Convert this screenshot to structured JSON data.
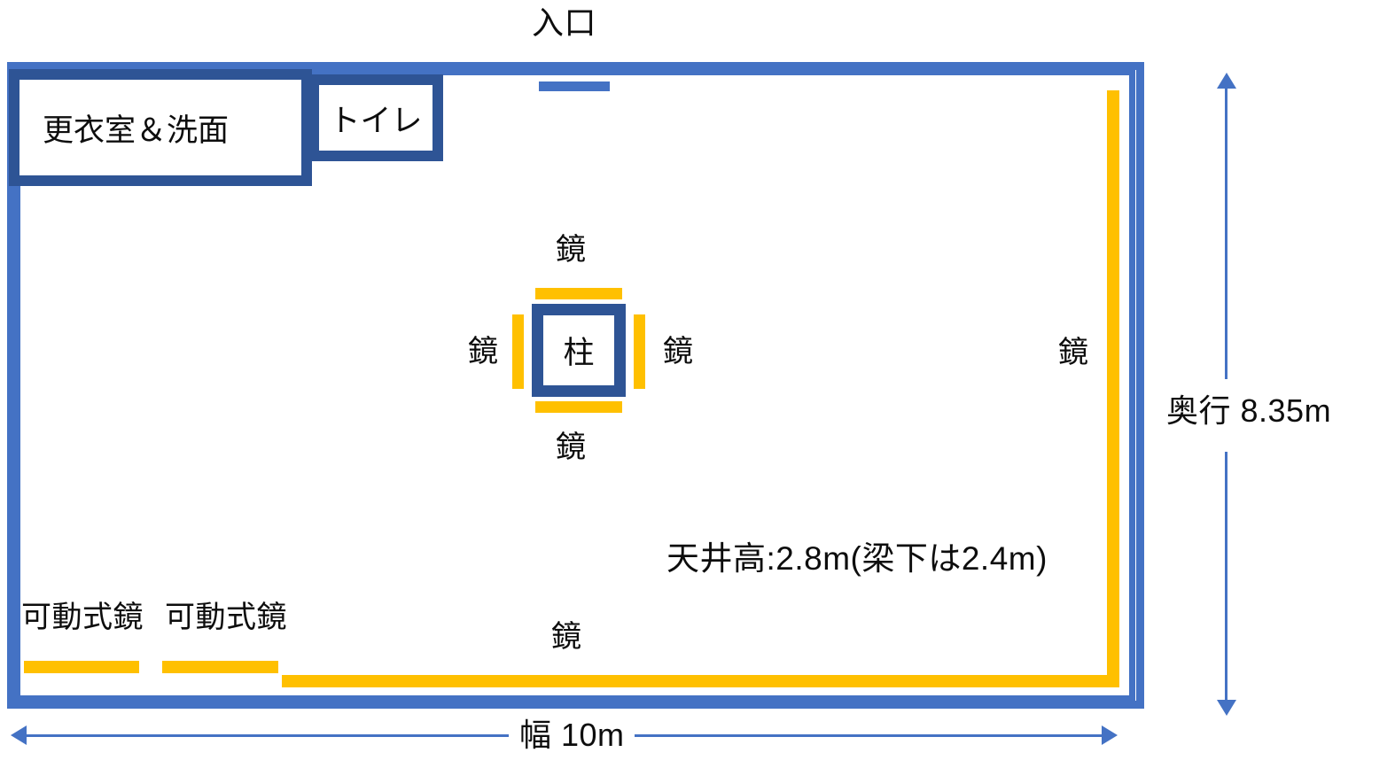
{
  "diagram": {
    "title": "studio-floor-plan",
    "colors": {
      "wall_blue": "#4472c4",
      "room_navy": "#2e5495",
      "mirror_yellow": "#ffc000",
      "text_black": "#0d0d0d",
      "background": "#ffffff"
    }
  },
  "entrance": {
    "label": "入口"
  },
  "rooms": {
    "changing": "更衣室＆洗面",
    "toilet": "トイレ",
    "pillar": "柱"
  },
  "mirrors": {
    "pillar_top": "鏡",
    "pillar_bottom": "鏡",
    "pillar_left": "鏡",
    "pillar_right": "鏡",
    "wall_right": "鏡",
    "wall_bottom": "鏡",
    "movable_1": "可動式鏡",
    "movable_2": "可動式鏡"
  },
  "notes": {
    "ceiling": "天井高:2.8m(梁下は2.4m)"
  },
  "dimensions": {
    "depth": "奥行 8.35m",
    "width": "幅 10m"
  }
}
